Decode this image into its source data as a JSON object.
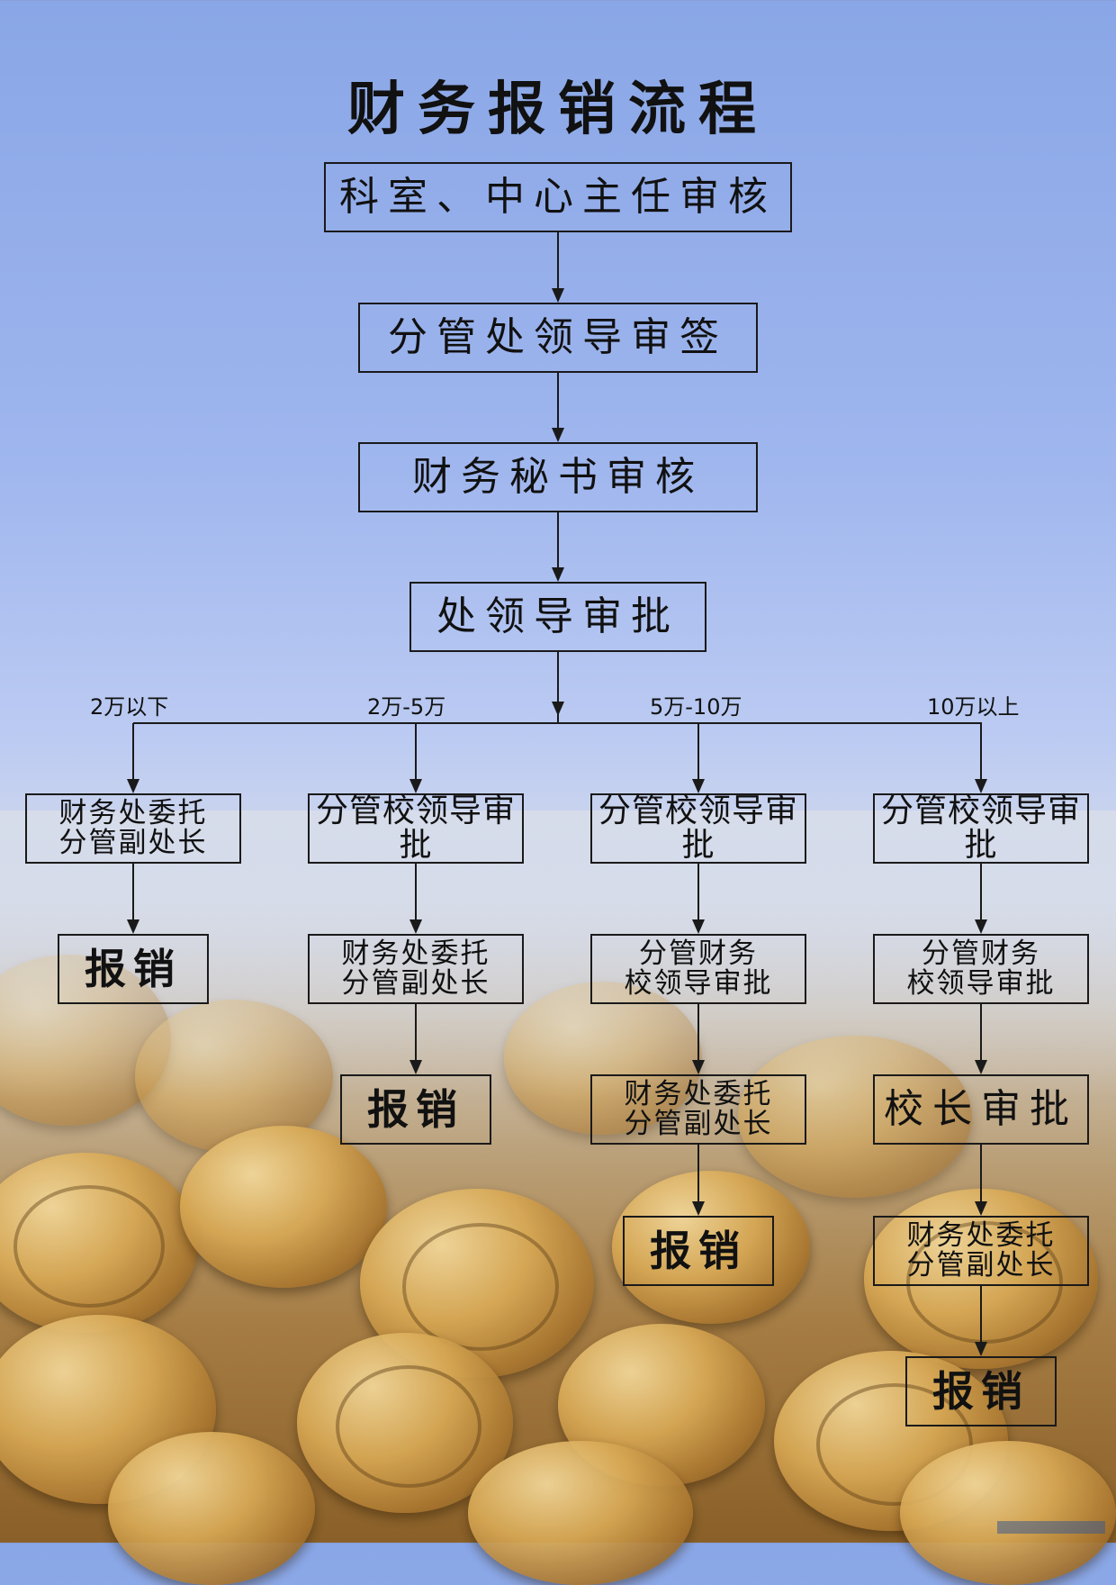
{
  "title": "财务报销流程",
  "top_steps": [
    "科室、中心主任审核",
    "分管处领导审签",
    "财务秘书审核",
    "处领导审批"
  ],
  "branches": [
    {
      "label": "2万以下",
      "steps": [
        {
          "lines": [
            "财务处委托",
            "分管副处长"
          ]
        },
        {
          "lines": [
            "报销"
          ]
        }
      ]
    },
    {
      "label": "2万-5万",
      "steps": [
        {
          "lines": [
            "分管校领导审批"
          ]
        },
        {
          "lines": [
            "财务处委托",
            "分管副处长"
          ]
        },
        {
          "lines": [
            "报销"
          ]
        }
      ]
    },
    {
      "label": "5万-10万",
      "steps": [
        {
          "lines": [
            "分管校领导审批"
          ]
        },
        {
          "lines": [
            "分管财务",
            "校领导审批"
          ]
        },
        {
          "lines": [
            "财务处委托",
            "分管副处长"
          ]
        },
        {
          "lines": [
            "报销"
          ]
        }
      ]
    },
    {
      "label": "10万以上",
      "steps": [
        {
          "lines": [
            "分管校领导审批"
          ]
        },
        {
          "lines": [
            "分管财务",
            "校领导审批"
          ]
        },
        {
          "lines": [
            "校长审批"
          ]
        },
        {
          "lines": [
            "财务处委托",
            "分管副处长"
          ]
        },
        {
          "lines": [
            "报销"
          ]
        }
      ]
    }
  ],
  "colors": {
    "box_border": "#1a1a1a",
    "text": "#111111"
  }
}
